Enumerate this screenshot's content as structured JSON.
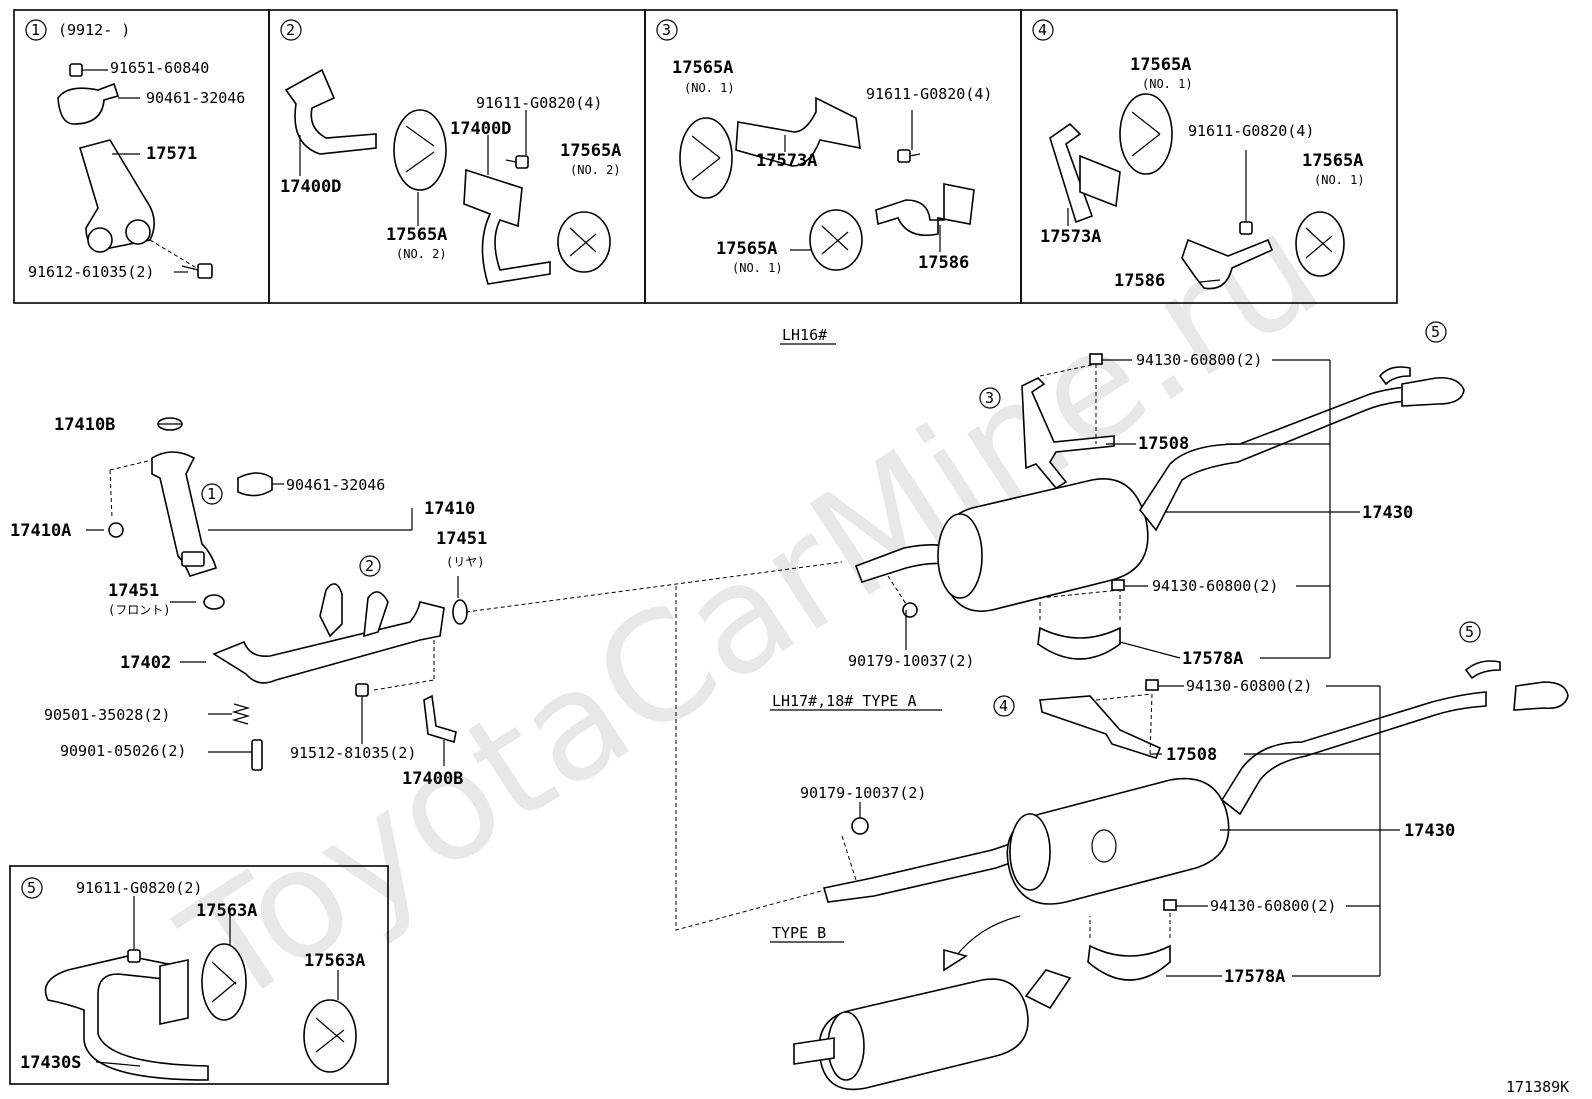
{
  "watermark": "ToyotaCarMine.ru",
  "diagram_id": "171389K",
  "box1": {
    "num": "1",
    "date": "(9912-     )",
    "parts": [
      "91651-60840",
      "90461-32046",
      "17571",
      "91612-61035(2)"
    ]
  },
  "box2": {
    "num": "2",
    "parts": [
      "91611-G0820(4)",
      "17400D",
      "17565A",
      "(NO. 2)",
      "17400D",
      "17565A",
      "(NO. 2)"
    ]
  },
  "box3": {
    "num": "3",
    "parts": [
      "17565A",
      "(NO. 1)",
      "91611-G0820(4)",
      "17573A",
      "17565A",
      "(NO. 1)",
      "17586"
    ]
  },
  "box4": {
    "num": "4",
    "parts": [
      "17565A",
      "(NO. 1)",
      "91611-G0820(4)",
      "17565A",
      "(NO. 1)",
      "17573A",
      "17586"
    ]
  },
  "box5": {
    "num": "5",
    "parts": [
      "91611-G0820(2)",
      "17563A",
      "17563A",
      "17430S"
    ]
  },
  "main": {
    "variants": [
      "LH16#",
      "LH17#,18#  TYPE A",
      "TYPE B"
    ],
    "circles": [
      "1",
      "2",
      "3",
      "4",
      "5",
      "5"
    ],
    "labels": [
      "17410B",
      "17410A",
      "90461-32046",
      "17410",
      "17451",
      "(リヤ)",
      "17451",
      "(フロント)",
      "17402",
      "90501-35028(2)",
      "90901-05026(2)",
      "91512-81035(2)",
      "17400B",
      "94130-60800(2)",
      "17508",
      "17430",
      "94130-60800(2)",
      "90179-10037(2)",
      "17578A",
      "94130-60800(2)",
      "17508",
      "90179-10037(2)",
      "17430",
      "94130-60800(2)",
      "17578A"
    ]
  }
}
